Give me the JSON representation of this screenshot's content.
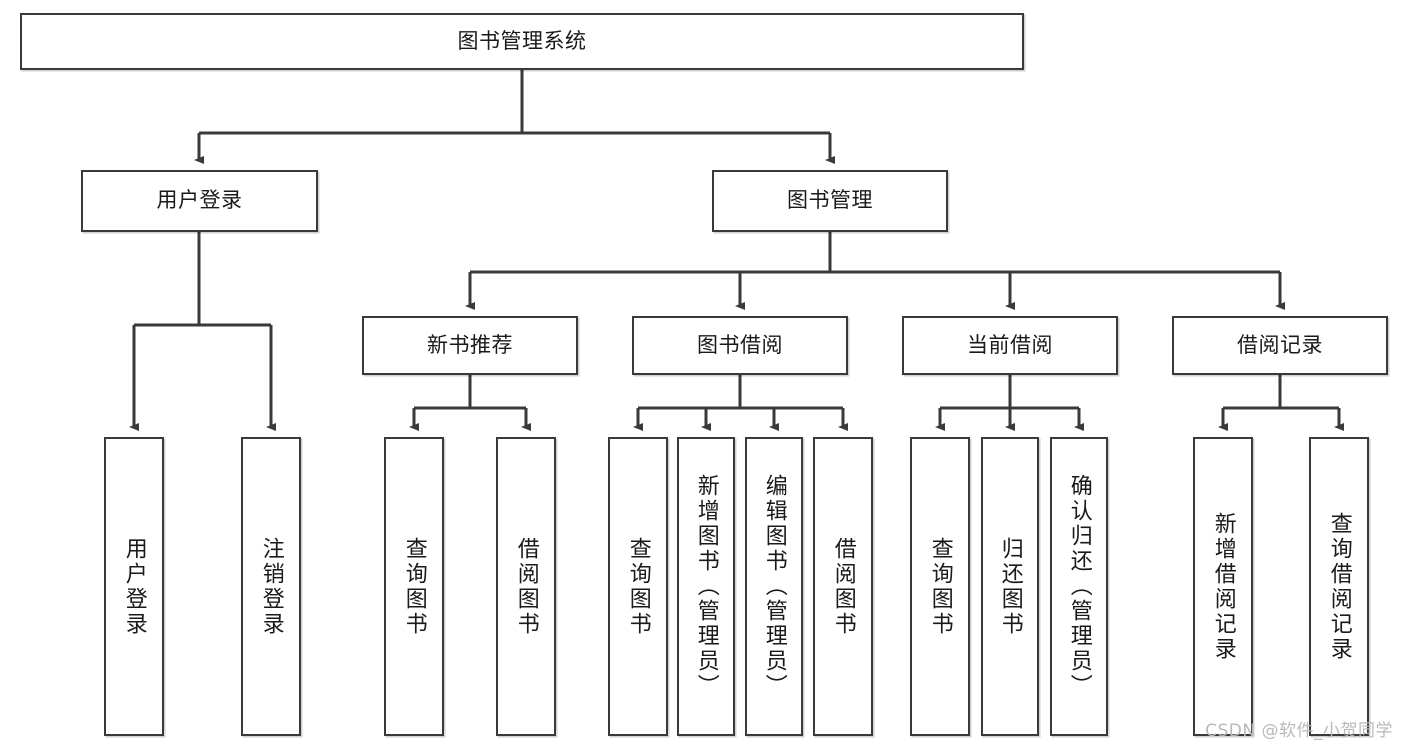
{
  "diagram": {
    "title": "图书管理系统",
    "type": "tree-hierarchy",
    "root": {
      "label": "图书管理系统"
    },
    "level1": [
      {
        "label": "用户登录"
      },
      {
        "label": "图书管理"
      }
    ],
    "level2": [
      {
        "label": "新书推荐"
      },
      {
        "label": "图书借阅"
      },
      {
        "label": "当前借阅"
      },
      {
        "label": "借阅记录"
      }
    ],
    "leaves": {
      "user_login": [
        {
          "label": "用户登录"
        },
        {
          "label": "注销登录"
        }
      ],
      "new_book_recommend": [
        {
          "label": "查询图书"
        },
        {
          "label": "借阅图书"
        }
      ],
      "book_borrow": [
        {
          "label": "查询图书"
        },
        {
          "label": "新增图书（管理员）"
        },
        {
          "label": "编辑图书（管理员）"
        },
        {
          "label": "借阅图书"
        }
      ],
      "current_borrow": [
        {
          "label": "查询图书"
        },
        {
          "label": "归还图书"
        },
        {
          "label": "确认归还（管理员）"
        }
      ],
      "borrow_record": [
        {
          "label": "新增借阅记录"
        },
        {
          "label": "查询借阅记录"
        }
      ]
    }
  },
  "watermark": {
    "text": "CSDN @软件_小贺同学"
  },
  "colors": {
    "stroke": "#3a3a3a",
    "box_fill": "#ffffff",
    "text": "#1a1a1a",
    "watermark": "#b9b9b9"
  }
}
